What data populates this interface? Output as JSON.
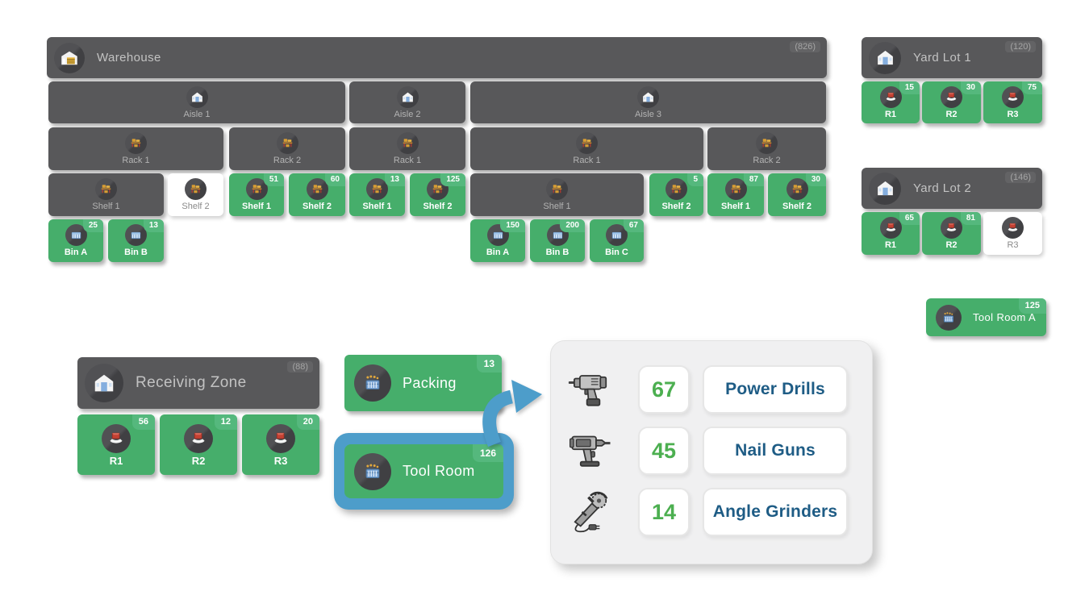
{
  "palette": {
    "tile_green": "#46ae6b",
    "tile_dark": "#58585a",
    "badge_green": "#55b87d",
    "highlight_blue": "#4d9dca",
    "count_green": "#4caf50",
    "label_blue": "#1e5c85",
    "panel_bg": "#f0f0f1"
  },
  "warehouse": {
    "label": "Warehouse",
    "count": "(826)"
  },
  "aisles": [
    {
      "label": "Aisle 1"
    },
    {
      "label": "Aisle 2"
    },
    {
      "label": "Aisle 3"
    }
  ],
  "racks": [
    {
      "label": "Rack 1"
    },
    {
      "label": "Rack 2"
    },
    {
      "label": "Rack 1"
    },
    {
      "label": "Rack 1"
    },
    {
      "label": "Rack 2"
    }
  ],
  "shelves": [
    {
      "label": "Shelf 1"
    },
    {
      "label": "Shelf 2"
    },
    {
      "label": "Shelf 1",
      "badge": "51"
    },
    {
      "label": "Shelf 2",
      "badge": "60"
    },
    {
      "label": "Shelf 1",
      "badge": "13"
    },
    {
      "label": "Shelf 2",
      "badge": "125"
    },
    {
      "label": "Shelf 1"
    },
    {
      "label": "Shelf 2",
      "badge": "5"
    },
    {
      "label": "Shelf 1",
      "badge": "87"
    },
    {
      "label": "Shelf 2",
      "badge": "30"
    }
  ],
  "bins": [
    {
      "label": "Bin A",
      "badge": "25"
    },
    {
      "label": "Bin B",
      "badge": "13"
    },
    {
      "label": "Bin A",
      "badge": "150"
    },
    {
      "label": "Bin B",
      "badge": "200"
    },
    {
      "label": "Bin C",
      "badge": "67"
    }
  ],
  "yard_lot_1": {
    "label": "Yard Lot 1",
    "count": "(120)",
    "spots": [
      {
        "label": "R1",
        "badge": "15"
      },
      {
        "label": "R2",
        "badge": "30"
      },
      {
        "label": "R3",
        "badge": "75"
      }
    ]
  },
  "yard_lot_2": {
    "label": "Yard Lot 2",
    "count": "(146)",
    "spots": [
      {
        "label": "R1",
        "badge": "65"
      },
      {
        "label": "R2",
        "badge": "81"
      },
      {
        "label": "R3"
      }
    ]
  },
  "tool_room_a": {
    "label": "Tool Room A",
    "badge": "125"
  },
  "receiving_zone": {
    "label": "Receiving Zone",
    "count": "(88)",
    "spots": [
      {
        "label": "R1",
        "badge": "56"
      },
      {
        "label": "R2",
        "badge": "12"
      },
      {
        "label": "R3",
        "badge": "20"
      }
    ]
  },
  "packing": {
    "label": "Packing",
    "badge": "13"
  },
  "tool_room": {
    "label": "Tool Room",
    "badge": "126",
    "highlighted": true
  },
  "detail_panel": {
    "rows": [
      {
        "icon": "power-drill-icon",
        "count": "67",
        "label": "Power Drills"
      },
      {
        "icon": "nail-gun-icon",
        "count": "45",
        "label": "Nail Guns"
      },
      {
        "icon": "angle-grinder-icon",
        "count": "14",
        "label": "Angle Grinders"
      }
    ]
  },
  "icons": {
    "warehouse-icon": "warehouse building with gold door",
    "building-icon": "white building with blue door",
    "pallet-icon": "gold pallet with goods",
    "crate-icon": "blue storage crate",
    "hand-box-icon": "hand holding red box",
    "toolbox-icon": "blue toolbox with tools",
    "power-drill-icon": "cordless power drill",
    "nail-gun-icon": "nail gun",
    "angle-grinder-icon": "angle grinder with cord",
    "arrow-icon": "curved callout arrow"
  }
}
